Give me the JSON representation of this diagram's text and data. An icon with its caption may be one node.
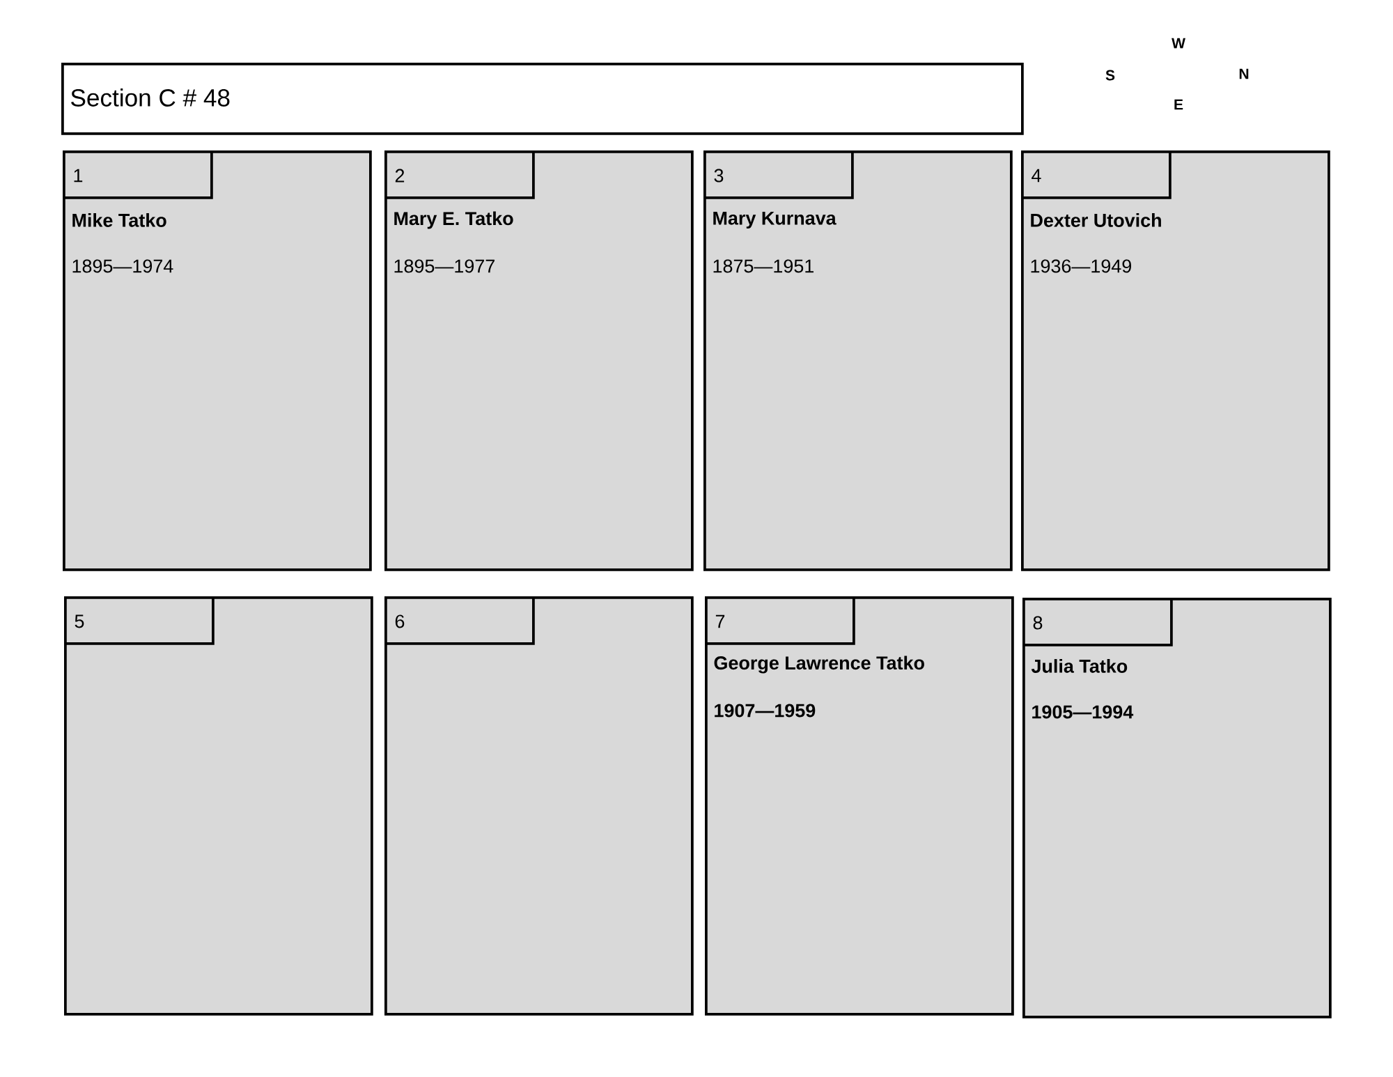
{
  "diagram": {
    "nodes": [
      {
        "text": [
          "Section C # 48"
        ]
      },
      {
        "text": [
          "Mike Tatko",
          "1895—1974"
        ]
      },
      {
        "text": [
          "1"
        ],
        "in": 1
      },
      {
        "text": [
          "Mary E. Tatko",
          "1895—1977"
        ]
      },
      {
        "text": [
          "2"
        ],
        "in": 3
      },
      {
        "text": [
          "Mary Kurnava",
          "1875—1951"
        ]
      },
      {
        "text": [
          "3"
        ],
        "in": 5
      },
      {
        "text": [
          "Dexter Utovich",
          "1936—1949"
        ]
      },
      {
        "text": [
          "4"
        ],
        "in": 7
      },
      {
        "text": [],
        "shape": "box"
      },
      {
        "text": [
          "5"
        ],
        "in": 9
      },
      {
        "text": [],
        "shape": "box"
      },
      {
        "text": [
          "6"
        ],
        "in": 11
      },
      {
        "text": [
          "George Lawrence Tatko",
          "1907—1959"
        ]
      },
      {
        "text": [
          "7"
        ],
        "in": 13
      },
      {
        "text": [
          "Julia Tatko",
          "1905—1994"
        ]
      },
      {
        "text": [
          "8"
        ],
        "in": 15
      }
    ],
    "labels": [
      "W",
      "S",
      "N",
      "E"
    ]
  }
}
